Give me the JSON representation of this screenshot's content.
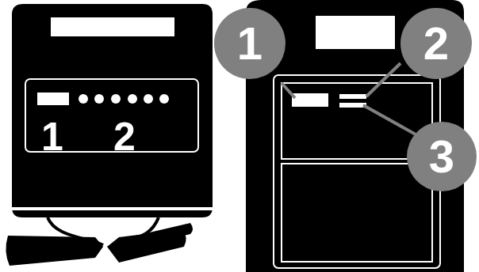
{
  "diagram": {
    "labels": [
      "1",
      "2",
      "1",
      "2",
      "3"
    ]
  }
}
